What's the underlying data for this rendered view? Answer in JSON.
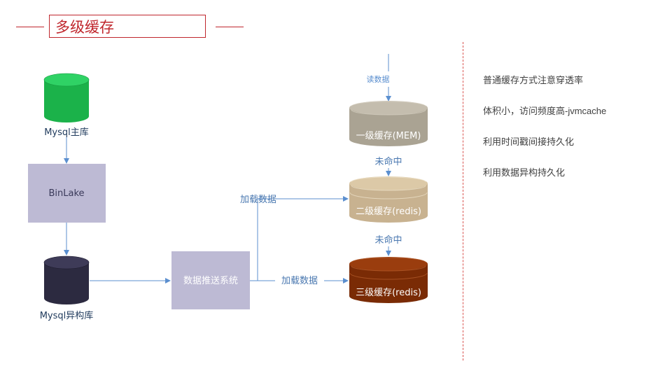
{
  "title": "多级缓存",
  "nodes": {
    "mysql_master": "Mysql主库",
    "binlake": "BinLake",
    "mysql_hetero": "Mysql异构库",
    "push_system": "数据推送系统",
    "cache_l1": "一级缓存(MEM)",
    "cache_l2": "二级缓存(redis)",
    "cache_l3": "三级缓存(redis)"
  },
  "edges": {
    "read_data": "读数据",
    "miss_1": "未命中",
    "miss_2": "未命中",
    "load_data_top": "加载数据",
    "load_data_bottom": "加载数据"
  },
  "notes": [
    "普通缓存方式注意穿透率",
    "体积小，访问频度高-jvmcache",
    "利用时间戳间接持久化",
    "利用数据异构持久化"
  ],
  "colors": {
    "accent": "#c0272d",
    "mysql_master": "#1bb24a",
    "mysql_hetero": "#2c2a40",
    "process_box": "#bdbad4",
    "cache_l1": "#aaa393",
    "cache_l2": "#c8b290",
    "cache_l3": "#7a2b05",
    "arrow": "#5b8fcf"
  }
}
